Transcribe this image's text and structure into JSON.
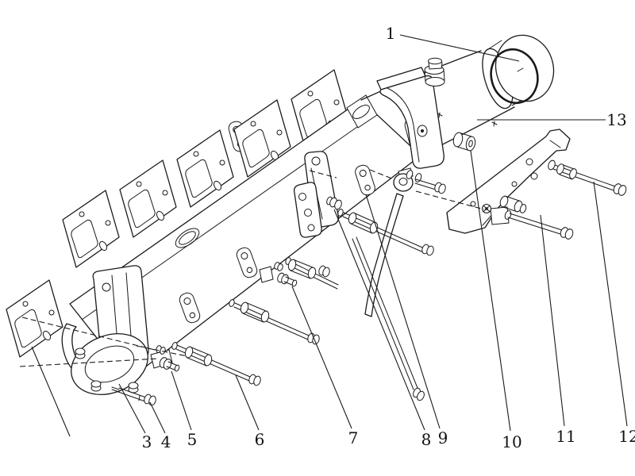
{
  "figure": {
    "background": "#ffffff",
    "line_color": "#1a1a1a",
    "label_color": "#111111"
  },
  "callouts": [
    {
      "label": "1"
    },
    {
      "label": "3"
    },
    {
      "label": "4"
    },
    {
      "label": "5"
    },
    {
      "label": "6"
    },
    {
      "label": "7"
    },
    {
      "label": "8"
    },
    {
      "label": "9"
    },
    {
      "label": "10"
    },
    {
      "label": "11"
    },
    {
      "label": "12"
    },
    {
      "label": "13"
    }
  ]
}
